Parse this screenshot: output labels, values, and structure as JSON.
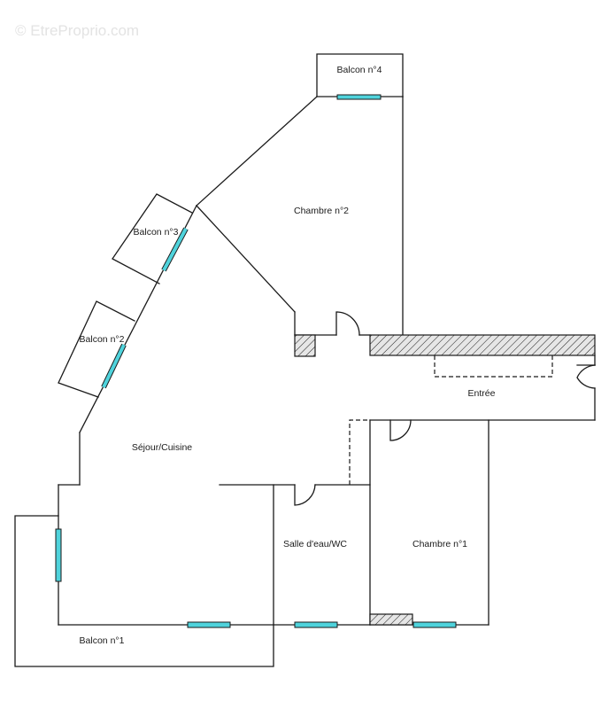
{
  "watermark": "© EtreProprio.com",
  "rooms": {
    "balcon4": "Balcon n°4",
    "chambre2": "Chambre n°2",
    "balcon3": "Balcon n°3",
    "balcon2": "Balcon n°2",
    "entree": "Entrée",
    "sejour": "Séjour/Cuisine",
    "salle_eau": "Salle d'eau/WC",
    "chambre1": "Chambre n°1",
    "balcon1": "Balcon n°1"
  },
  "colors": {
    "wall": "#1a1a1a",
    "window": "#4fd3dc",
    "hatch_fill": "#d9d9d9",
    "watermark": "#e3e3e3"
  }
}
